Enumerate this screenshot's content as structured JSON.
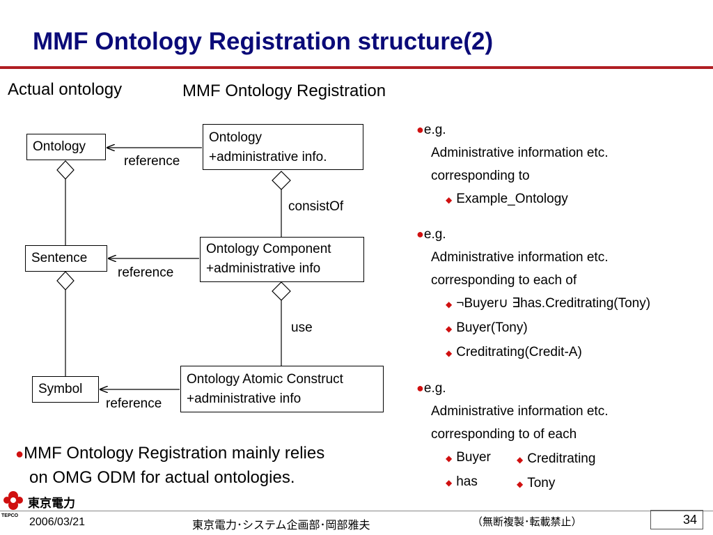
{
  "title": "MMF Ontology Registration structure(2)",
  "heading_left": "Actual ontology",
  "heading_right": "MMF Ontology Registration",
  "diagram": {
    "left_boxes": {
      "ontology": "Ontology",
      "sentence": "Sentence",
      "symbol": "Symbol"
    },
    "right_boxes": {
      "ontology_line1": "Ontology",
      "ontology_line2": " +administrative info.",
      "component_line1": "Ontology Component",
      "component_line2": " +administrative info",
      "atomic_line1": "Ontology Atomic Construct",
      "atomic_line2": " +administrative info"
    },
    "labels": {
      "reference_1": "reference",
      "reference_2": "reference",
      "reference_3": "reference",
      "consist_of": "consistOf",
      "use": "use"
    }
  },
  "notes": [
    {
      "lines": [
        "e.g.",
        "Administrative information etc.",
        "corresponding to"
      ],
      "sub": [
        "Example_Ontology"
      ]
    },
    {
      "lines": [
        "e.g.",
        "Administrative information etc.",
        "corresponding to each of"
      ],
      "sub": [
        "¬Buyer∪ ∃has.Creditrating(Tony)",
        "Buyer(Tony)",
        "Creditrating(Credit-A)"
      ]
    },
    {
      "lines": [
        "e.g.",
        "Administrative information etc.",
        "corresponding to of each"
      ],
      "sub_left": [
        "Buyer",
        "has"
      ],
      "sub_right": [
        "Creditrating",
        "Tony"
      ]
    }
  ],
  "bottom_bullet": {
    "line1": "MMF Ontology Registration mainly relies",
    "line2": "on OMG ODM for actual ontologies."
  },
  "footer": {
    "company": "東京電力",
    "logo_small": "TEPCO",
    "date": "2006/03/21",
    "dept": "東京電力･システム企画部･岡部雅夫",
    "notice": "（無断複製･転載禁止）",
    "page_number": "34"
  },
  "colors": {
    "title": "#0a0a78",
    "title_rule": "#b01e23",
    "bullet": "#d01010"
  }
}
